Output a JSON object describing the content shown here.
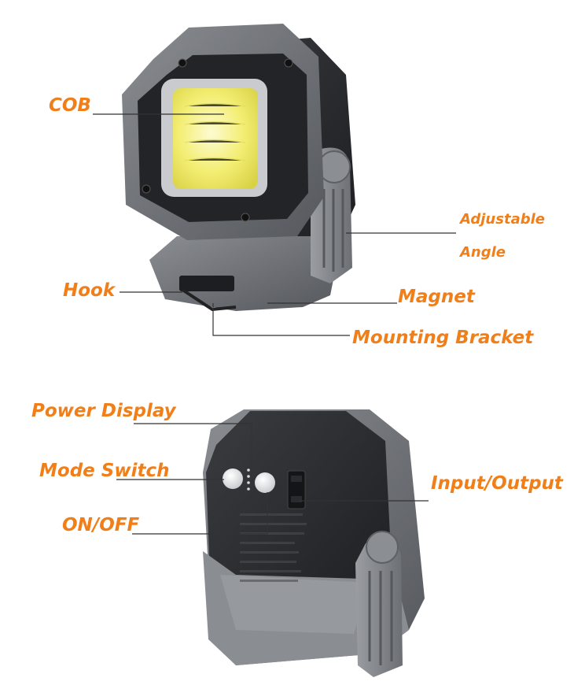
{
  "colors": {
    "label": "#f07f1a",
    "leader_line": "#333333",
    "body_grey": "#7b7e84",
    "body_dark": "#26282c",
    "cob_light": "#f4f07a"
  },
  "top_product": {
    "callouts": {
      "cob": "COB",
      "adjustable": "Adjustable",
      "angle": "Angle",
      "hook": "Hook",
      "magnet": "Magnet",
      "mounting_bracket": "Mounting Bracket"
    }
  },
  "bottom_product": {
    "callouts": {
      "power_display": "Power Display",
      "mode_switch": "Mode Switch",
      "on_off": "ON/OFF",
      "input_output": "Input/Output"
    }
  }
}
